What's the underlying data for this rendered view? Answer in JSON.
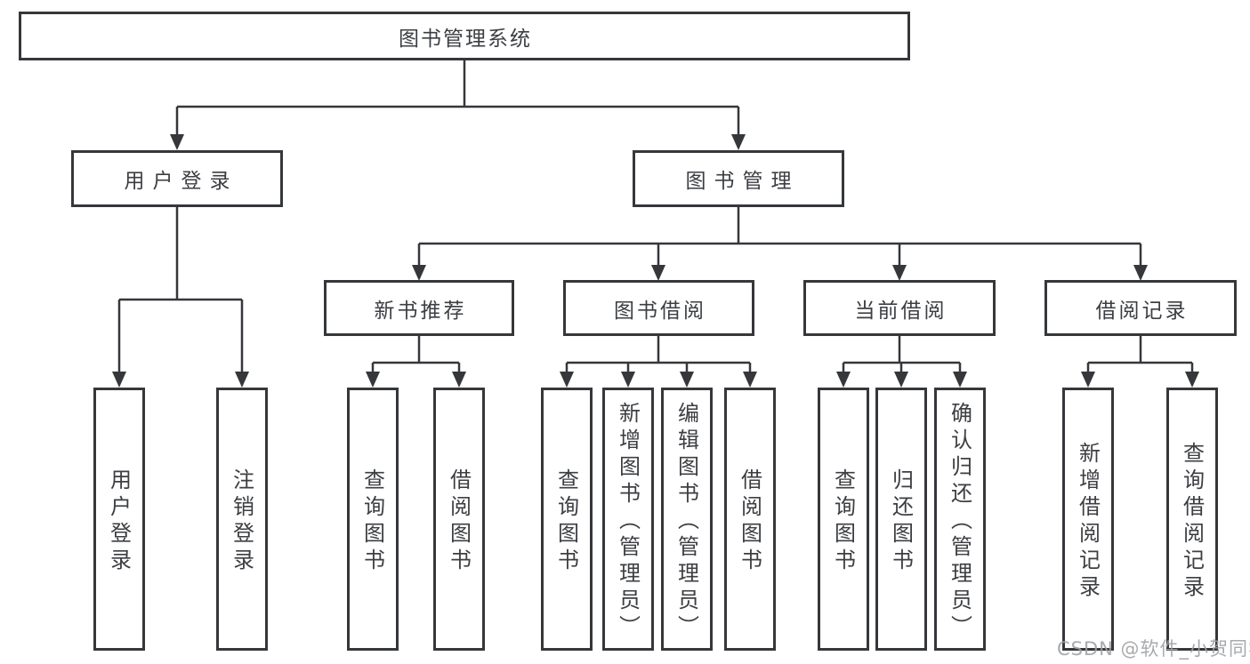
{
  "diagram": {
    "root": {
      "label": "图书管理系统",
      "children": [
        {
          "label": "用户登录",
          "children": [
            {
              "label": "用户登录"
            },
            {
              "label": "注销登录"
            }
          ]
        },
        {
          "label": "图书管理",
          "children": [
            {
              "label": "新书推荐",
              "children": [
                {
                  "label": "查询图书"
                },
                {
                  "label": "借阅图书"
                }
              ]
            },
            {
              "label": "图书借阅",
              "children": [
                {
                  "label": "查询图书"
                },
                {
                  "label": "新增图书（管理员）"
                },
                {
                  "label": "编辑图书（管理员）"
                },
                {
                  "label": "借阅图书"
                }
              ]
            },
            {
              "label": "当前借阅",
              "children": [
                {
                  "label": "查询图书"
                },
                {
                  "label": "归还图书"
                },
                {
                  "label": "确认归还（管理员）"
                }
              ]
            },
            {
              "label": "借阅记录",
              "children": [
                {
                  "label": "新增借阅记录"
                },
                {
                  "label": "查询借阅记录"
                }
              ]
            }
          ]
        }
      ]
    },
    "colors": {
      "line": "#35373a",
      "text": "#3c3e42",
      "background": "#ffffff",
      "watermark": "#9fa1a4"
    }
  },
  "watermark": {
    "text": "CSDN @软件_小贺同学"
  }
}
